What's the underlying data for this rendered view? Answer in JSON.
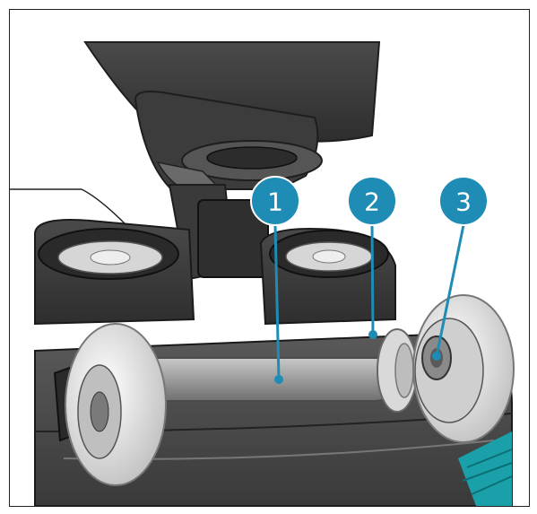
{
  "callouts": [
    {
      "id": "1"
    },
    {
      "id": "2"
    },
    {
      "id": "3"
    }
  ],
  "colors": {
    "callout_fill": "#1e8cb4",
    "leader_line": "#1e8cb4",
    "body_dark": "#3a3a3a",
    "wheel_white": "#e9e9e9",
    "axle_gray": "#9a9a9a",
    "brush_teal": "#1aa0a8"
  }
}
